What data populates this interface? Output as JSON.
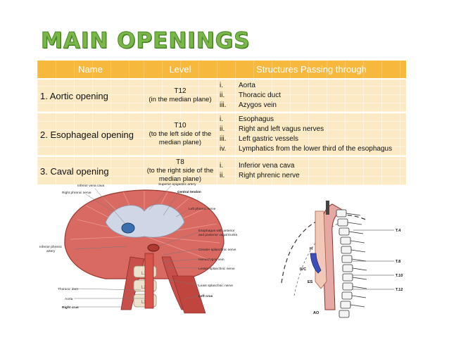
{
  "title": "MAIN OPENINGS",
  "table": {
    "headers": [
      "Name",
      "Level",
      "Structures Passing through"
    ],
    "rows": [
      {
        "name": "1.  Aortic opening",
        "level_code": "T12",
        "level_note": "(in the median plane)",
        "structures": [
          {
            "num": "i.",
            "text": "Aorta"
          },
          {
            "num": "ii.",
            "text": "Thoracic duct"
          },
          {
            "num": "iii.",
            "text": "Azygos vein"
          }
        ]
      },
      {
        "name": "2. Esophageal opening",
        "level_code": "T10",
        "level_note": "(to the left side of the median plane)",
        "structures": [
          {
            "num": "i.",
            "text": "Esophagus"
          },
          {
            "num": "ii.",
            "text": "Right and left vagus nerves"
          },
          {
            "num": "iii.",
            "text": "Left gastric vessels"
          },
          {
            "num": "iv.",
            "text": "Lymphatics from the lower third of the esophagus"
          }
        ]
      },
      {
        "name": "3. Caval opening",
        "level_code": "T8",
        "level_note": "(to the right side of the median plane)",
        "structures": [
          {
            "num": "i.",
            "text": "Inferior vena cava"
          },
          {
            "num": "ii.",
            "text": "Right phrenic nerve"
          }
        ]
      }
    ]
  },
  "left_figure": {
    "labels": {
      "ivc": "Inferior vena cava",
      "sup_epig": "Superior epigastric artery",
      "r_phrenic": "Right phrenic nerve",
      "central_tendon": "Central tendon",
      "l_phrenic": "Left phrenic nerve",
      "esoph": "Esophagus with anterior",
      "esoph2": "and posterior vagal trunks",
      "inf_phrenic": "Inferior phrenic",
      "inf_phrenic2": "artery",
      "gr_splanch": "Greater splanchnic nerve",
      "hemiazygos": "Hemiazygos vein",
      "lesser_splanch": "Lesser splanchnic nerve",
      "least_splanch": "Least splanchnic nerve",
      "thoracic_duct": "Thoracic duct",
      "aorta": "Aorta",
      "left_crus": "Left crus",
      "right_crus": "Right crus",
      "l1": "L1",
      "l2": "L2",
      "l3": "L3"
    }
  },
  "right_figure": {
    "labels": {
      "t4": "T.4",
      "t8": "T.8",
      "t10": "T.10",
      "t12": "T.12",
      "h": "H",
      "ivc": "IVC",
      "es": "ES",
      "ao": "AO"
    }
  },
  "colors": {
    "title": "#7ab648",
    "header_bg": "#f6b83d",
    "row_bg": "#fbeac3"
  }
}
